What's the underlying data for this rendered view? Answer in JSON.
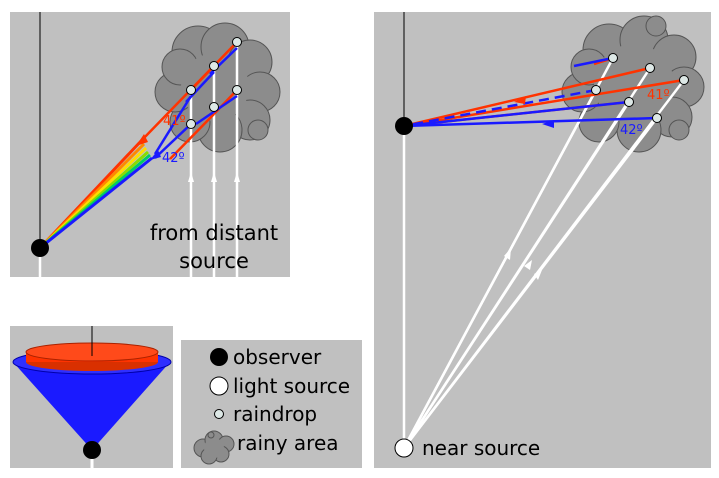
{
  "distant_panel": {
    "angle_red": "41º",
    "angle_blue": "42º",
    "caption_line1": "from distant",
    "caption_line2": "source"
  },
  "near_panel": {
    "angle_red": "41º",
    "angle_blue": "42º",
    "caption": "near source"
  },
  "legend": {
    "observer": "observer",
    "light_source": "light source",
    "raindrop": "raindrop",
    "rainy_area": "rainy area"
  },
  "colors": {
    "panel_bg": "#c0c0c0",
    "red_ray": "#ff3300",
    "blue_ray": "#1a1aff",
    "white_ray": "#ffffff",
    "cloud": "#8c8c8c",
    "observer": "#000000"
  }
}
